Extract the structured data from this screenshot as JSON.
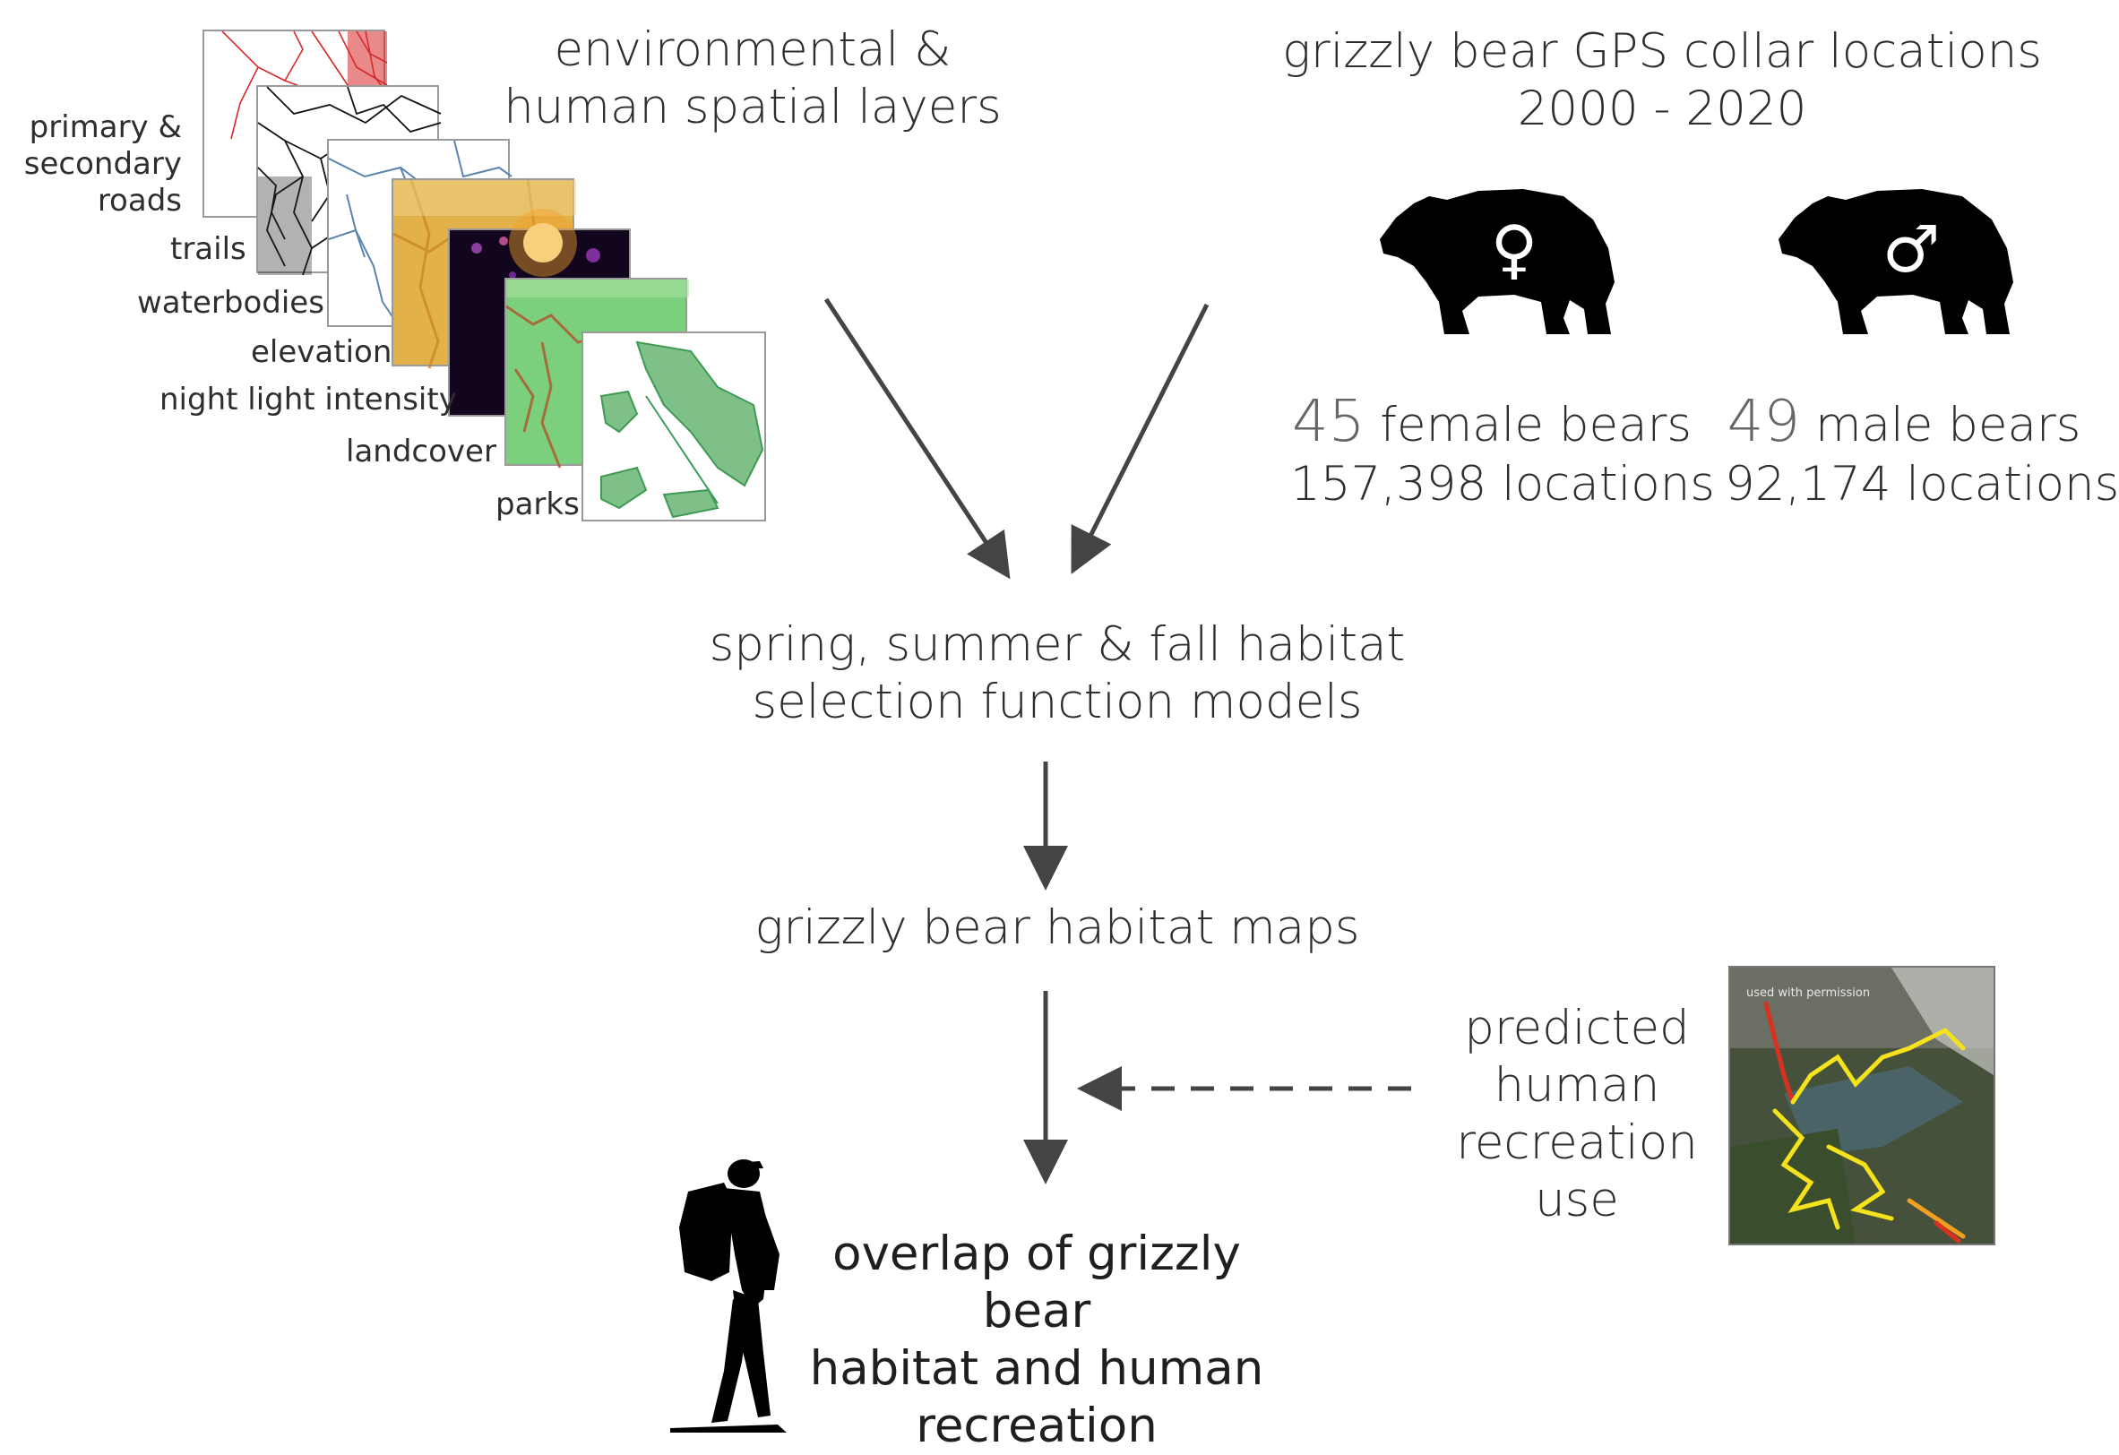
{
  "layers": {
    "title_line1": "environmental &",
    "title_line2": "human spatial layers",
    "labels": {
      "roads_1": "primary &",
      "roads_2": "secondary",
      "roads_3": "roads",
      "trails": "trails",
      "waterbodies": "waterbodies",
      "elevation": "elevation",
      "night_light": "night light intensity",
      "landcover": "landcover",
      "parks": "parks"
    }
  },
  "gps": {
    "title_line1": "grizzly bear GPS collar locations",
    "title_line2": "2000 - 2020",
    "female": {
      "symbol": "♀",
      "count": "45",
      "label": "female bears",
      "locations": "157,398 locations"
    },
    "male": {
      "symbol": "♂",
      "count": "49",
      "label": "male bears",
      "locations": "92,174 locations"
    }
  },
  "models": {
    "line1": "spring, summer & fall habitat",
    "line2": "selection function models"
  },
  "maps": {
    "label": "grizzly bear habitat maps"
  },
  "recreation": {
    "line1": "predicted",
    "line2": "human",
    "line3": "recreation",
    "line4": "use",
    "image_note": "used with permission"
  },
  "overlap": {
    "line1": "overlap of grizzly bear",
    "line2": "habitat and human",
    "line3": "recreation"
  },
  "colors": {
    "text": "#2e2e2e",
    "arrow": "#444444",
    "roads_red": "#d8282a",
    "water_blue": "#5b84b0",
    "elevation_gold": "#e3b14a",
    "night_dark": "#12061f",
    "landcover_green": "#7ccf7c",
    "parks_green": "#7fbf88",
    "trail_yellow": "#f4e21c"
  },
  "icons": [
    "bear-female-icon",
    "bear-male-icon",
    "hiker-icon"
  ]
}
